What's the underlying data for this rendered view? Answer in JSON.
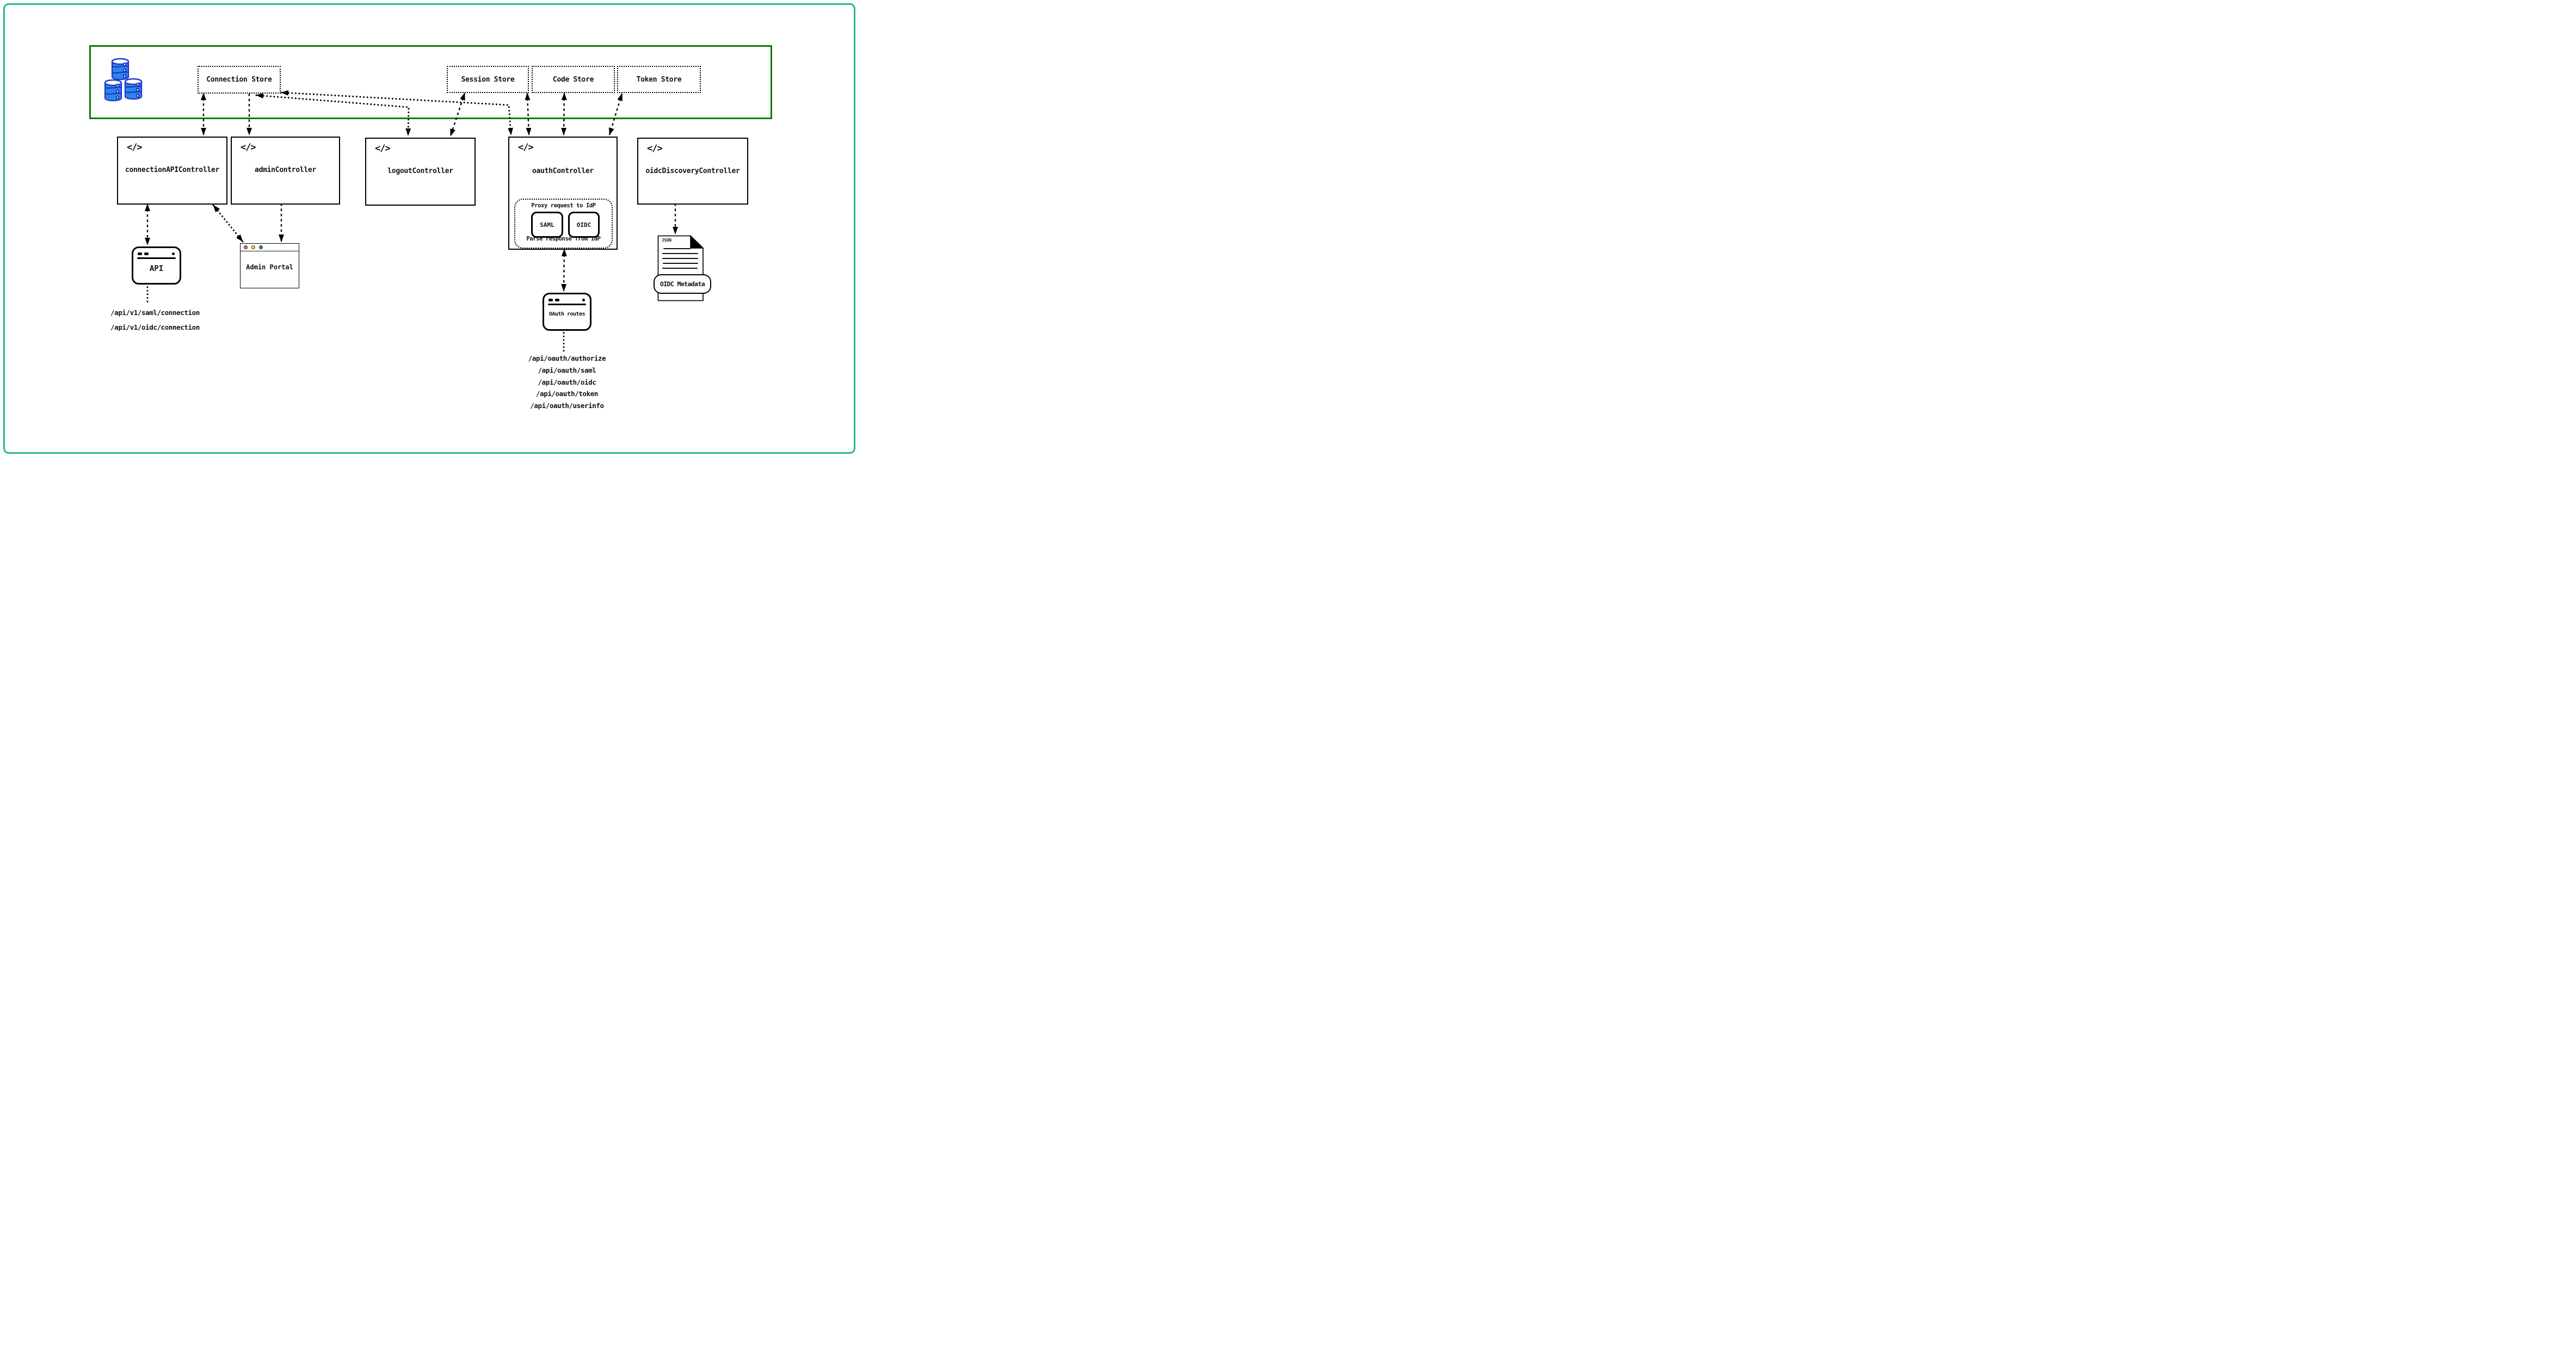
{
  "diagram": {
    "code_icon_glyph": "</>",
    "db_zone": {
      "stores": [
        {
          "id": "connection-store",
          "label": "Connection Store"
        },
        {
          "id": "session-store",
          "label": "Session Store"
        },
        {
          "id": "code-store",
          "label": "Code Store"
        },
        {
          "id": "token-store",
          "label": "Token Store"
        }
      ]
    },
    "controllers": [
      {
        "id": "connection-api-controller",
        "label": "connectionAPIController"
      },
      {
        "id": "admin-controller",
        "label": "adminController"
      },
      {
        "id": "logout-controller",
        "label": "logoutController"
      },
      {
        "id": "oauth-controller",
        "label": "oauthController"
      },
      {
        "id": "oidc-discovery-controller",
        "label": "oidcDiscoveryController"
      }
    ],
    "oauth_internal": {
      "top_label": "Proxy request to IdP",
      "bottom_label": "Parse response from IdP",
      "chips": [
        "SAML",
        "OIDC"
      ]
    },
    "clients": {
      "api": {
        "label": "API"
      },
      "admin_portal": {
        "label": "Admin Portal"
      },
      "oauth_routes": {
        "label": "OAuth routes"
      }
    },
    "document": {
      "type_label": "JSON",
      "banner_label": "OIDC Metadata"
    },
    "endpoints_left": "/api/v1/saml/connection\n/api/v1/oidc/connection",
    "endpoints_right": "/api/oauth/authorize\n/api/oauth/saml\n/api/oauth/oidc\n/api/oauth/token\n/api/oauth/userinfo",
    "colors": {
      "outer_frame": "#2ab78e",
      "db_zone_border": "#077d07",
      "database_blue": "#2e86ea",
      "database_blue_outline": "#1d35c4",
      "traffic_red": "#fa5f55",
      "traffic_yellow": "#fcd44e",
      "traffic_green": "#1e9e3e"
    }
  }
}
